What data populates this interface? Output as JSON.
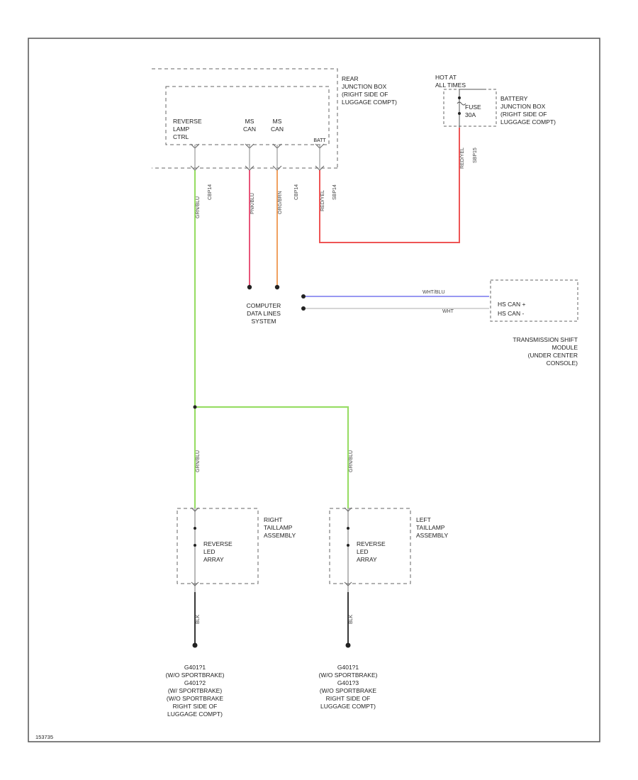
{
  "colors": {
    "grn": "#99dd66",
    "pnk": "#e8557a",
    "org": "#f0a060",
    "red": "#ee5555",
    "blu": "#7777ee",
    "wht": "#c8c8c8",
    "blk": "#222222"
  },
  "modules": {
    "rear_junction_box": {
      "label": "REAR\nJUNCTION BOX\n(RIGHT SIDE OF\nLUGGAGE COMPT)",
      "pins": {
        "reverse_lamp": "REVERSE\nLAMP\nCTRL",
        "ms_can_plus": "MS\nCAN",
        "ms_can_minus": "MS\nCAN",
        "batt": "BATT"
      }
    },
    "battery_junction_box": {
      "hot_label": "HOT AT\nALL TIMES",
      "label": "BATTERY\nJUNCTION BOX\n(RIGHT SIDE OF\nLUGGAGE COMPT)",
      "fuse": "FUSE\n30A"
    },
    "computer_data_lines": {
      "label": "COMPUTER\nDATA LINES\nSYSTEM"
    },
    "transmission_shift_module": {
      "label": "TRANSMISSION SHIFT\nMODULE\n(UNDER CENTER\nCONSOLE)",
      "pins": {
        "hs_can_plus": "HS CAN +",
        "hs_can_minus": "HS CAN -"
      }
    },
    "right_taillamp": {
      "label": "RIGHT\nTAILLAMP\nASSEMBLY",
      "inner": "REVERSE\nLED\nARRAY"
    },
    "left_taillamp": {
      "label": "LEFT\nTAILLAMP\nASSEMBLY",
      "inner": "REVERSE\nLED\nARRAY"
    }
  },
  "grounds": {
    "right": "G401?1\n(W/O SPORTBRAKE)\nG401?2\n(W/ SPORTBRAKE)\n(W/O SPORTBRAKE\nRIGHT SIDE OF\nLUGGAGE COMPT)",
    "left": "G401?1\n(W/O SPORTBRAKE)\nG401?3\n(W/O SPORTBRAKE\nRIGHT SIDE OF\nLUGGAGE COMPT)"
  },
  "wires": {
    "reverse_color": "GRN/BLU",
    "reverse_circuit": "CBP14",
    "ms_plus_color": "PNK/BLU",
    "ms_minus_color": "ORG/BRN",
    "ms_circuit": "CBP14",
    "batt_color": "RED/YEL",
    "batt_circuit": "SBP14",
    "fuse_circuit": "SBP15",
    "fuse_color": "RED/YEL",
    "hs_plus_color": "WHT/BLU",
    "hs_minus_color": "WHT",
    "right_tail_color": "GRN/BLU",
    "left_tail_color": "GRN/BLU",
    "right_gnd_color": "BLK",
    "left_gnd_color": "BLK"
  },
  "figure_id": "153735"
}
